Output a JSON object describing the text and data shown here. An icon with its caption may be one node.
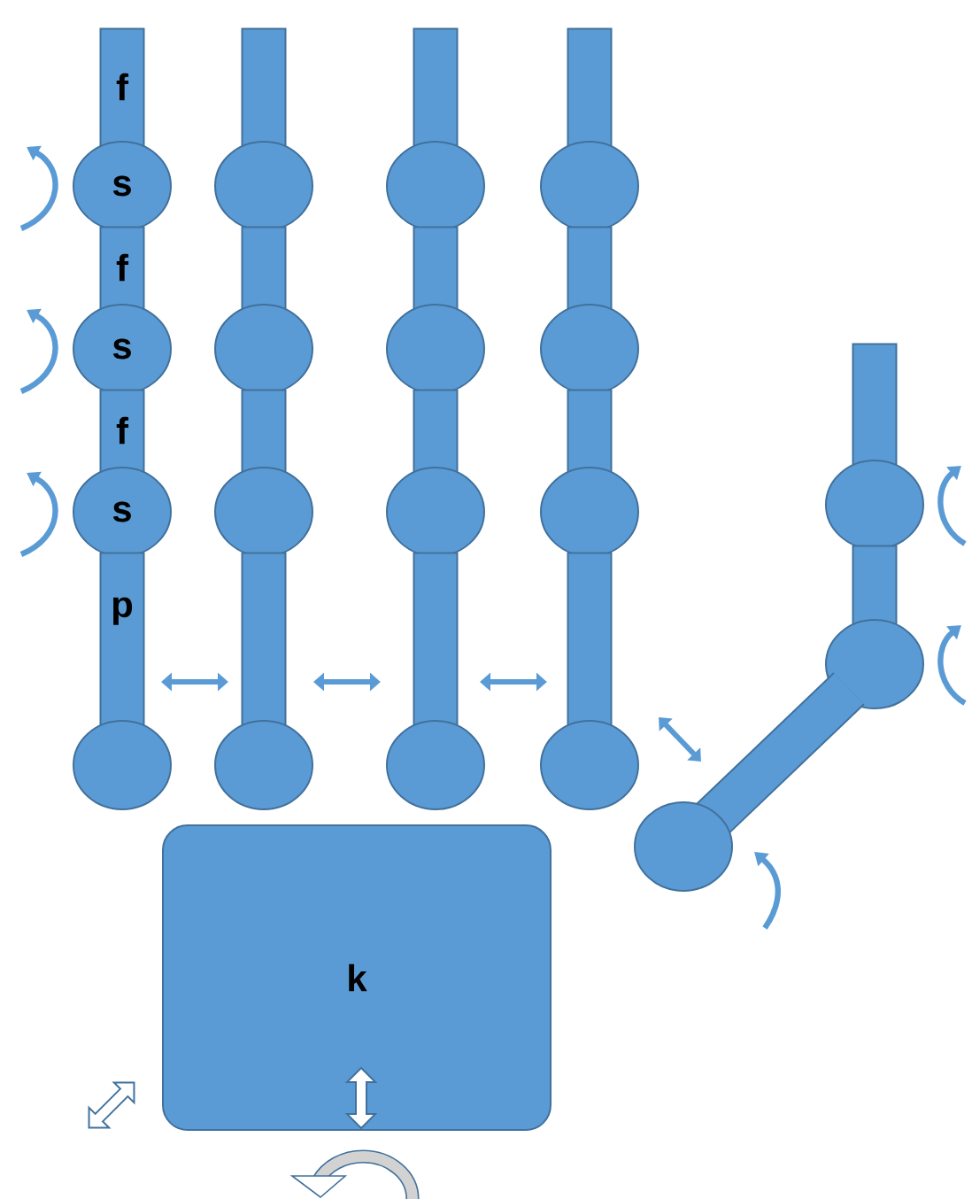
{
  "diagram": {
    "nodes": [
      {
        "text": [
          "f"
        ]
      },
      {
        "text": [
          "s"
        ]
      },
      {
        "text": [
          "f"
        ]
      },
      {
        "text": [
          "s"
        ]
      },
      {
        "text": [
          "f"
        ]
      },
      {
        "text": [
          "s"
        ]
      },
      {
        "text": [
          "p"
        ]
      },
      {
        "text": [],
        "shape": "circle"
      },
      {
        "text": [],
        "shape": "bar"
      },
      {
        "text": [],
        "shape": "circle"
      },
      {
        "text": [],
        "shape": "bar"
      },
      {
        "text": [],
        "shape": "circle"
      },
      {
        "text": [],
        "shape": "bar"
      },
      {
        "text": [],
        "shape": "circle"
      },
      {
        "text": [],
        "shape": "bar"
      },
      {
        "text": [],
        "shape": "circle"
      },
      {
        "text": [],
        "shape": "bar"
      },
      {
        "text": [],
        "shape": "circle"
      },
      {
        "text": [],
        "shape": "bar"
      },
      {
        "text": [],
        "shape": "circle"
      },
      {
        "text": [],
        "shape": "bar"
      },
      {
        "text": [],
        "shape": "circle"
      },
      {
        "text": [],
        "shape": "bar"
      },
      {
        "text": [],
        "shape": "circle"
      },
      {
        "text": [],
        "shape": "bar"
      },
      {
        "text": [],
        "shape": "circle"
      },
      {
        "text": [],
        "shape": "bar"
      },
      {
        "text": [],
        "shape": "circle"
      },
      {
        "text": [],
        "shape": "bar"
      },
      {
        "text": [],
        "shape": "circle"
      },
      {
        "text": [],
        "shape": "bar"
      },
      {
        "text": [],
        "shape": "circle"
      },
      {
        "text": [],
        "shape": "bar"
      },
      {
        "text": [],
        "shape": "circle"
      },
      {
        "text": [],
        "shape": "bar"
      },
      {
        "text": [],
        "shape": "circle"
      },
      {
        "text": [],
        "shape": "bar"
      },
      {
        "text": [],
        "shape": "circle"
      },
      {
        "text": [
          "k"
        ]
      }
    ]
  }
}
